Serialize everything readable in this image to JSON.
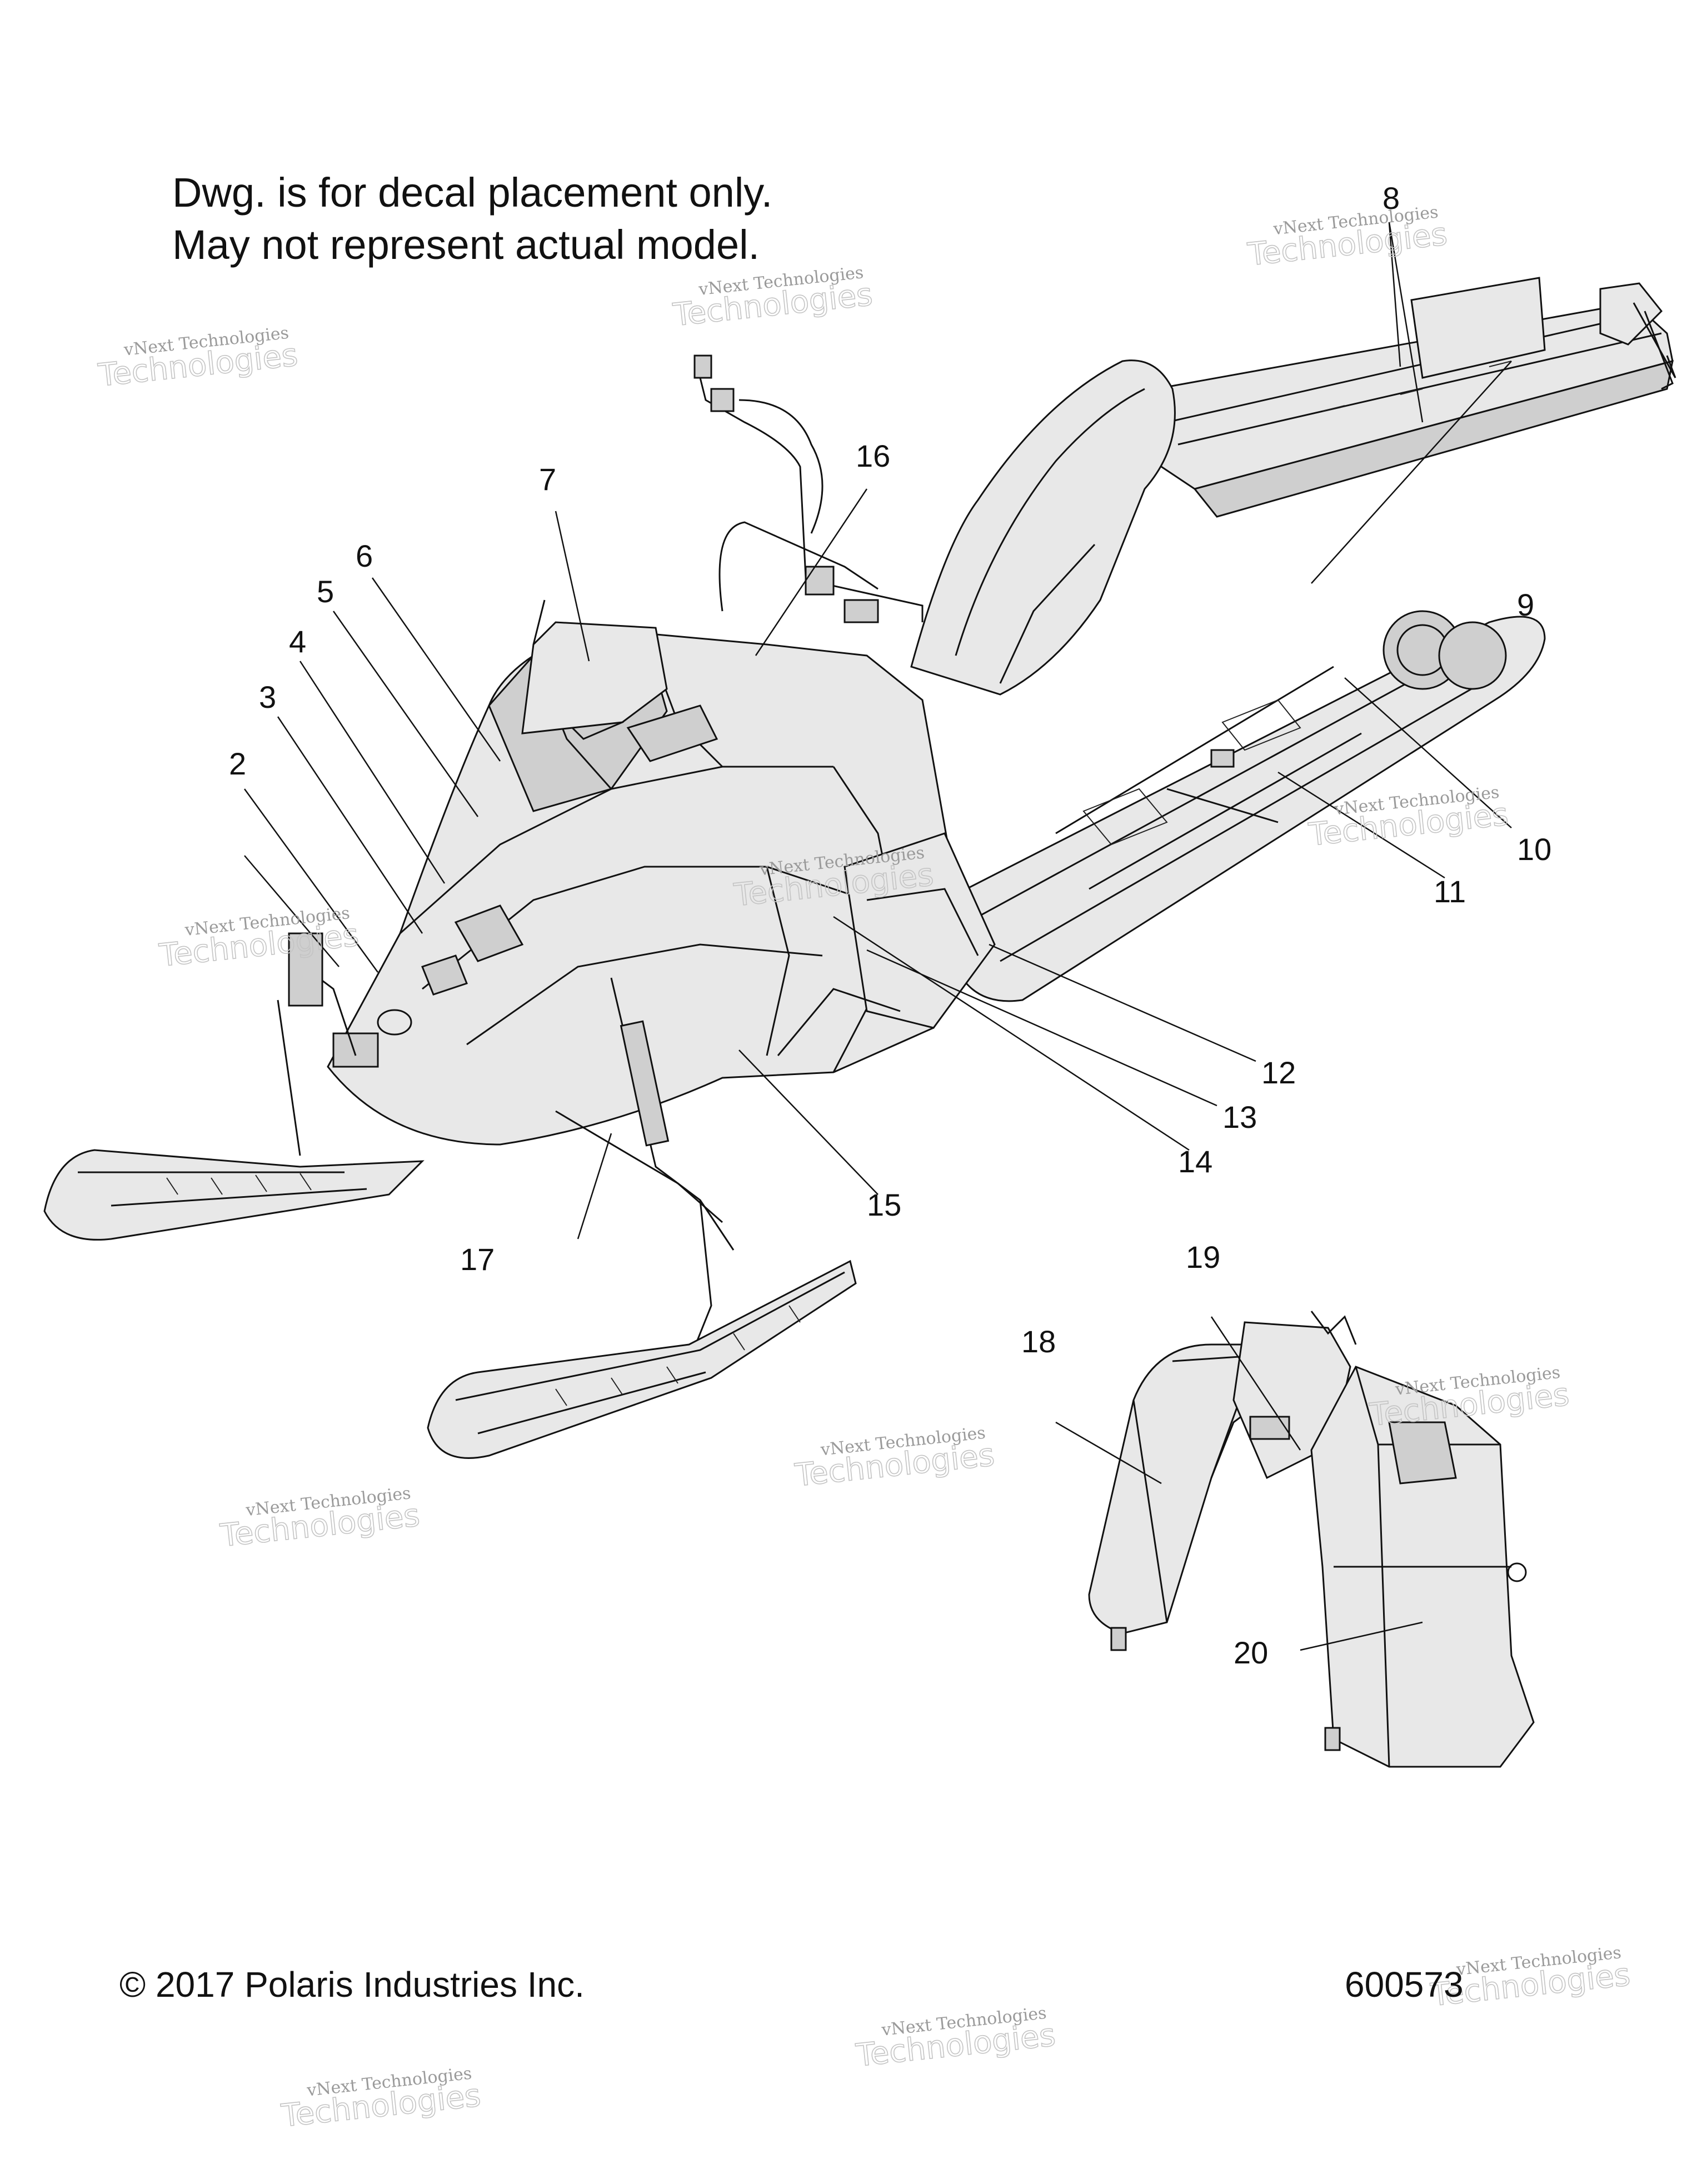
{
  "note": {
    "line1": "Dwg. is for decal placement only.",
    "line2": "May not represent actual model."
  },
  "footer": {
    "copyright": "© 2017 Polaris Industries Inc.",
    "drawing_number": "600573"
  },
  "watermark": {
    "line1": "vNext Technologies",
    "line2": "Technologies"
  },
  "callouts": [
    "2",
    "3",
    "4",
    "5",
    "6",
    "7",
    "8",
    "9",
    "10",
    "11",
    "12",
    "13",
    "14",
    "15",
    "16",
    "17",
    "18",
    "19",
    "20"
  ]
}
